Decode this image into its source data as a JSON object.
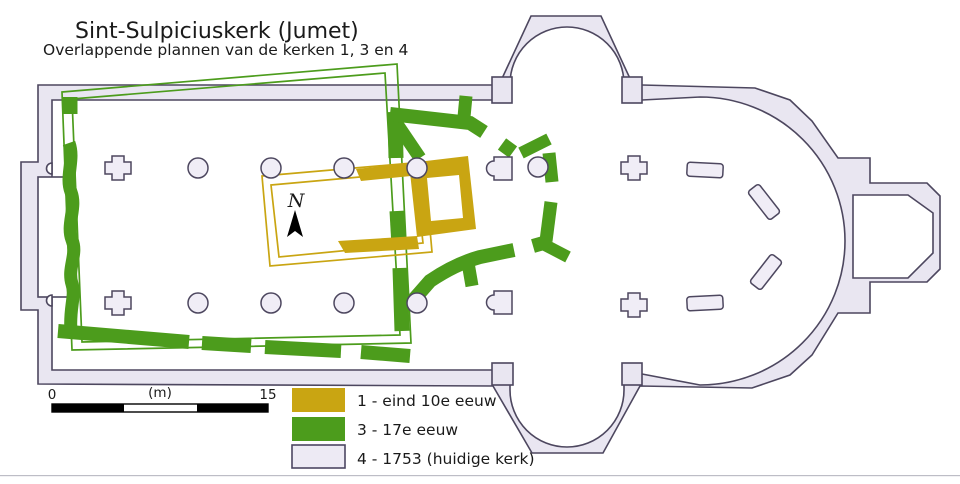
{
  "title": "Sint-Sulpiciuskerk (Jumet)",
  "subtitle": "Overlappende plannen van de kerken 1, 3 en 4",
  "north": {
    "label": "N"
  },
  "scale_bar": {
    "start_label": "0",
    "unit_label": "(m)",
    "end_label": "15"
  },
  "legend": {
    "items": [
      {
        "label": "1 - eind 10e eeuw",
        "color": "#C9A512"
      },
      {
        "label": "3 - 17e eeuw",
        "color": "#4C9C1C"
      },
      {
        "label": "4 - 1753 (huidige kerk)",
        "color": "#EDEAF4",
        "border": "#4C4662"
      }
    ]
  },
  "colors": {
    "church1_gold": "#C9A512",
    "church3_green": "#4C9C1C",
    "church4_wall_fill": "#E9E6F1",
    "church4_floor": "#FFFFFF",
    "church4_outline": "#4D475F",
    "pier_fill": "#F0EDF6",
    "scalebar_black": "#000000",
    "title_color": "#1A1A1A",
    "frame_line": "#BDBDC6"
  }
}
